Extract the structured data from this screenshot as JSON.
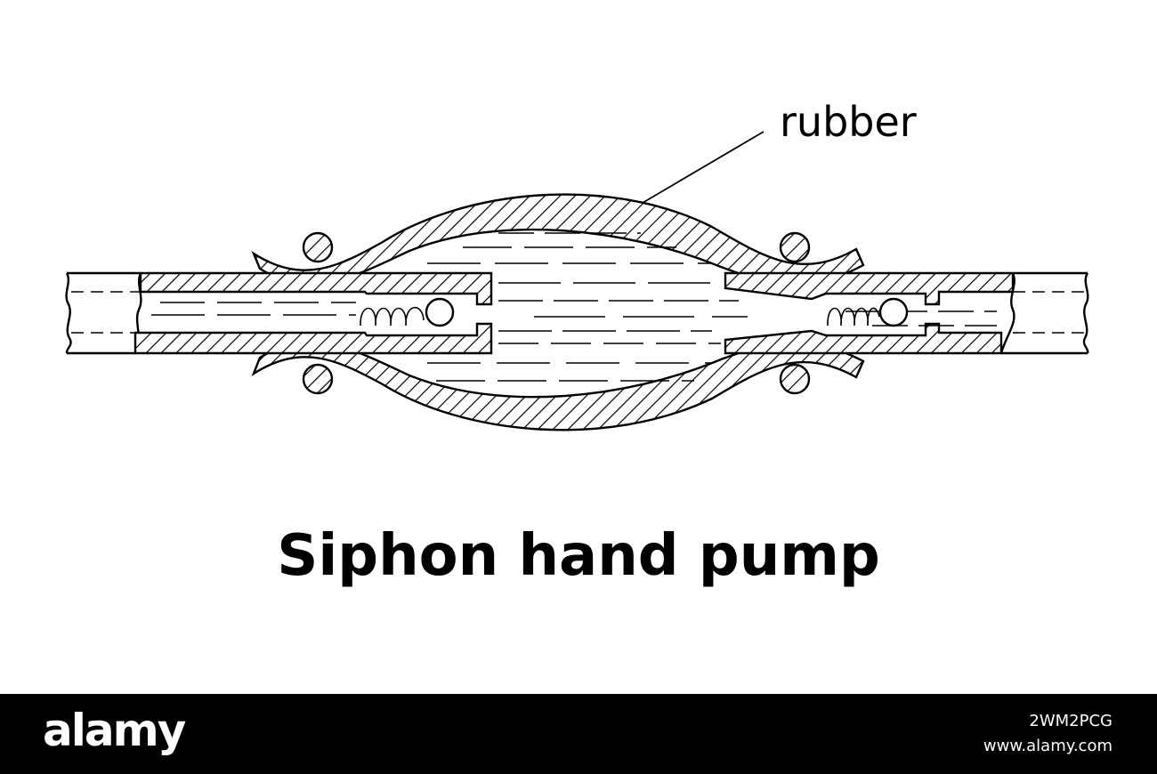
{
  "diagram": {
    "title": "Siphon hand pump",
    "labels": {
      "rubber": "rubber"
    },
    "colors": {
      "line": "#000000",
      "fill": "#ffffff"
    }
  },
  "footer": {
    "brand": "alamy",
    "image_id": "2WM2PCG",
    "source": "www.alamy.com",
    "background": "#000000",
    "text_color": "#ffffff"
  }
}
